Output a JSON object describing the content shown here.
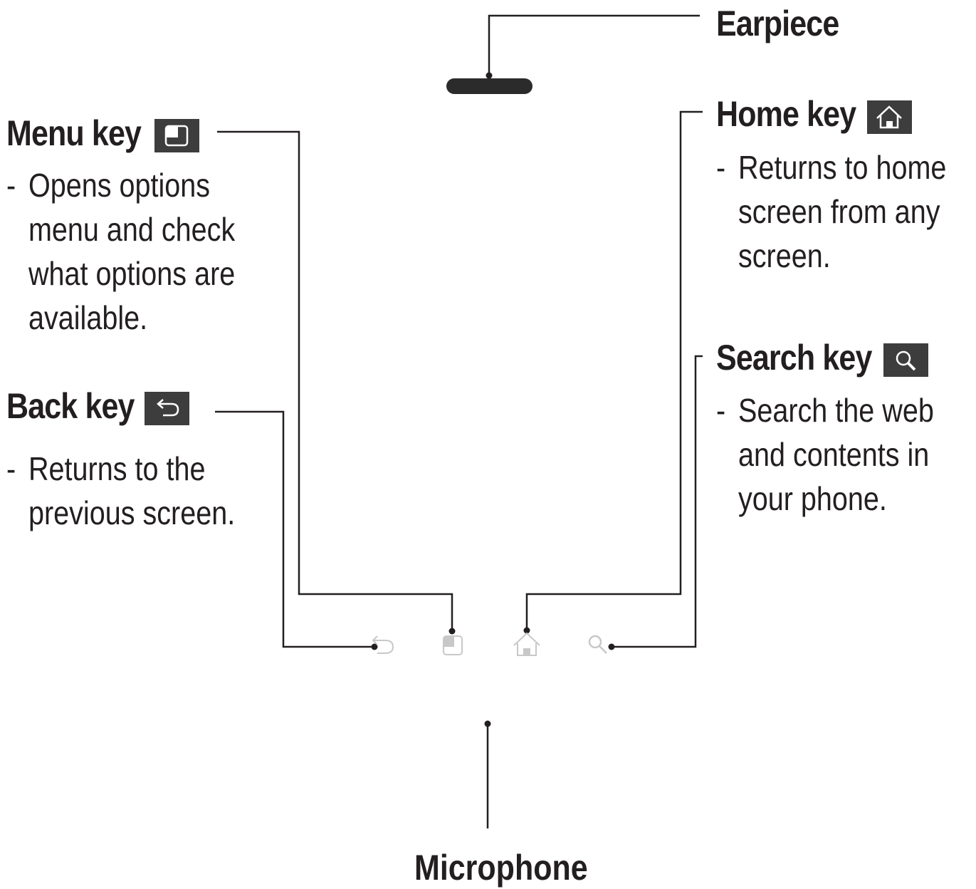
{
  "labels": {
    "earpiece": "Earpiece",
    "microphone": "Microphone"
  },
  "menu_key": {
    "title": "Menu key",
    "icon": "menu-icon",
    "dash": "-",
    "description": [
      "Opens options",
      "menu and check",
      "what options are",
      "available."
    ]
  },
  "back_key": {
    "title": "Back key",
    "icon": "back-arrow-icon",
    "dash": "-",
    "description": [
      "Returns to the",
      "previous screen."
    ]
  },
  "home_key": {
    "title": "Home key",
    "icon": "home-icon",
    "dash": "-",
    "description": [
      "Returns to home",
      "screen from any",
      "screen."
    ]
  },
  "search_key": {
    "title": "Search key",
    "icon": "search-icon",
    "dash": "-",
    "description": [
      "Search the web",
      "and contents in",
      "your phone."
    ]
  },
  "colors": {
    "text": "#231f20",
    "badge": "#3d3d3d",
    "phone_keys": "#c8c8c8"
  }
}
